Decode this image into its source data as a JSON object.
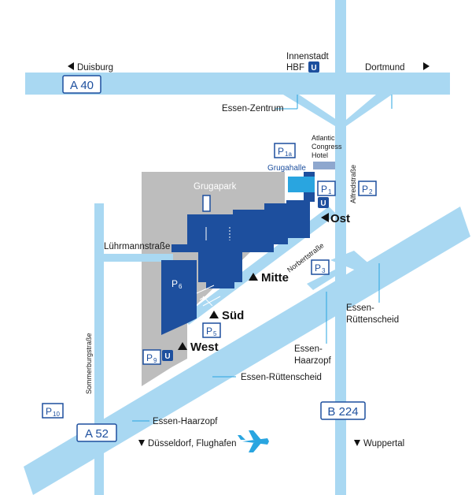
{
  "colors": {
    "road": "#a9d8f2",
    "building": "#1d4f9e",
    "park": "#bdbdbd",
    "accent_hall": "#29a5e0"
  },
  "motorways": {
    "a40": "A 40",
    "a52": "A 52",
    "b224": "B 224"
  },
  "directions": {
    "duisburg": "Duisburg",
    "dortmund": "Dortmund",
    "innenstadt": "Innenstadt",
    "hbf": "HBF",
    "duesseldorf": "Düsseldorf, Flughafen",
    "wuppertal": "Wuppertal"
  },
  "exits": {
    "essen_zentrum": "Essen-Zentrum",
    "essen_ruettenscheid_a52": "Essen-Rüttenscheid",
    "essen_haarzopf_a52": "Essen-Haarzopf",
    "essen_ruettenscheid_b224_1": "Essen-",
    "essen_ruettenscheid_b224_2": "Rüttenscheid",
    "essen_haarzopf_b224_1": "Essen-",
    "essen_haarzopf_b224_2": "Haarzopf"
  },
  "streets": {
    "luehrmann": "Lührmannstraße",
    "sommerburg": "Sommerburgstraße",
    "norbert": "Norbertstraße",
    "alfred": "Alfredstraße"
  },
  "places": {
    "grugapark": "Grugapark",
    "grugahalle": "Grugahalle",
    "hotel_1": "Atlantic",
    "hotel_2": "Congress",
    "hotel_3": "Hotel"
  },
  "entrances": {
    "ost": "Ost",
    "mitte": "Mitte",
    "sued": "Süd",
    "west": "West"
  },
  "parking": {
    "p": "P",
    "p1a": "1a",
    "p1": "1",
    "p2": "2",
    "p3": "3",
    "p5": "5",
    "p6": "6",
    "p9": "9",
    "p10": "10"
  },
  "subway": "U",
  "icons": {
    "arrow_left": "triangle-left-icon",
    "arrow_right": "triangle-right-icon",
    "arrow_down": "triangle-down-icon",
    "airplane": "airplane-icon"
  }
}
